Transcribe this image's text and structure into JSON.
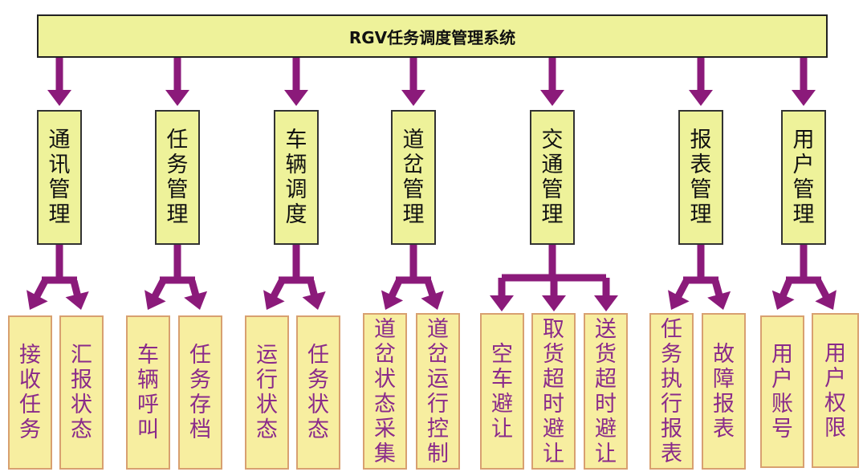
{
  "root": {
    "label": "RGV任务调度管理系统"
  },
  "colors": {
    "connector": "#8b1a7a",
    "box_fill": "#eef29a",
    "leaf_text": "#8a2a8a",
    "leaf_border": "#d8a070"
  },
  "modules": [
    {
      "label": "通讯管理",
      "children": [
        "接收任务",
        "汇报状态"
      ]
    },
    {
      "label": "任务管理",
      "children": [
        "车辆呼叫",
        "任务存档"
      ]
    },
    {
      "label": "车辆调度",
      "children": [
        "运行状态",
        "任务状态"
      ]
    },
    {
      "label": "道岔管理",
      "children": [
        "道岔状态采集",
        "道岔运行控制"
      ]
    },
    {
      "label": "交通管理",
      "children": [
        "空车避让",
        "取货超时避让",
        "送货超时避让"
      ]
    },
    {
      "label": "报表管理",
      "children": [
        "任务执行报表",
        "故障报表"
      ]
    },
    {
      "label": "用户管理",
      "children": [
        "用户账号",
        "用户权限"
      ]
    }
  ]
}
